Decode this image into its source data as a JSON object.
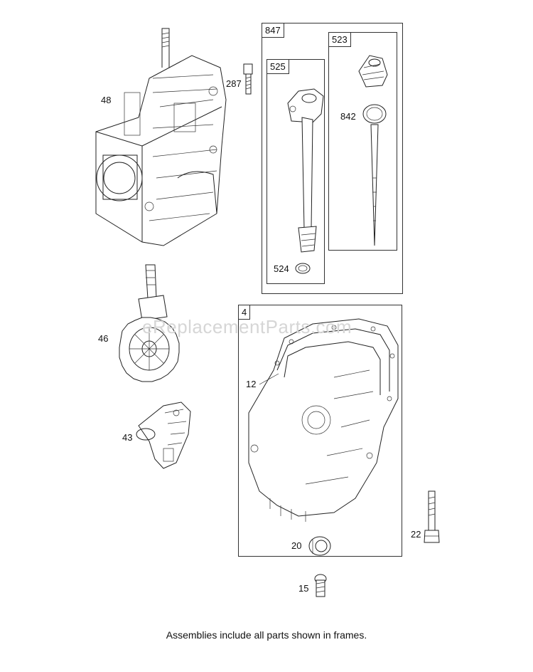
{
  "frames": {
    "outer_top": "847",
    "inner_left": "525",
    "inner_right": "523",
    "sump": "4"
  },
  "callouts": {
    "cylinder": "48",
    "breather": "287",
    "dipstick": "842",
    "oring": "524",
    "crankshaft": "46",
    "governor": "43",
    "gasket": "12",
    "bolt": "22",
    "seal": "20",
    "plug": "15"
  },
  "watermark": "eReplacementParts.com",
  "caption": "Assemblies include all parts shown in frames."
}
